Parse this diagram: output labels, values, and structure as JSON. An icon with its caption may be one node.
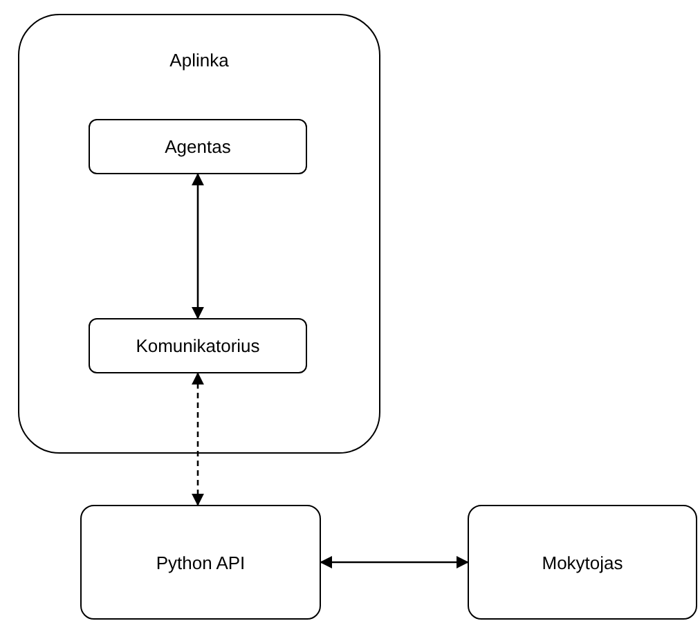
{
  "diagram": {
    "nodes": [
      {
        "text": [
          "Aplinka"
        ]
      },
      {
        "text": [
          "Agentas"
        ],
        "in": 0
      },
      {
        "text": [
          "Komunikatorius"
        ],
        "in": 0
      },
      {
        "text": [
          "Python API"
        ]
      },
      {
        "text": [
          "Mokytojas"
        ]
      }
    ],
    "edges": [
      {
        "from": 1,
        "to": 2,
        "arrow": "both"
      },
      {
        "from": 2,
        "to": 3,
        "arrow": "both",
        "style": "dashed"
      },
      {
        "from": 3,
        "to": 4,
        "arrow": "both"
      }
    ]
  }
}
